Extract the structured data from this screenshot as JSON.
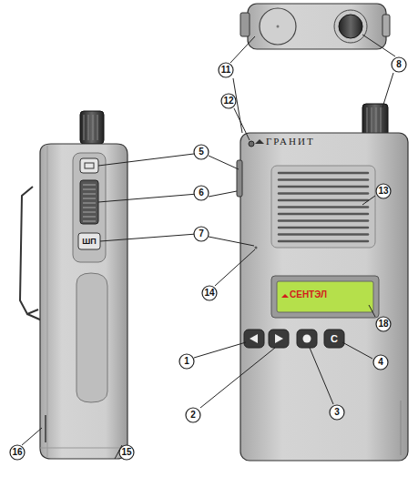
{
  "diagram": {
    "nodes": [
      {
        "text": [
          "11"
        ]
      },
      {
        "text": [
          "8"
        ]
      },
      {
        "text": [
          "12"
        ]
      },
      {
        "text": [
          "5"
        ]
      },
      {
        "text": [
          "13"
        ]
      },
      {
        "text": [
          "6"
        ]
      },
      {
        "text": [
          "7"
        ]
      },
      {
        "text": [
          "14"
        ]
      },
      {
        "text": [
          "18"
        ]
      },
      {
        "text": [
          "1"
        ]
      },
      {
        "text": [
          "4"
        ]
      },
      {
        "text": [
          "2"
        ]
      },
      {
        "text": [
          "3"
        ]
      },
      {
        "text": [
          "16"
        ]
      },
      {
        "text": [
          "15"
        ]
      }
    ],
    "labels": [
      "ГРАНИТ",
      "СЕНТЭЛ",
      "C",
      "ШП"
    ]
  }
}
